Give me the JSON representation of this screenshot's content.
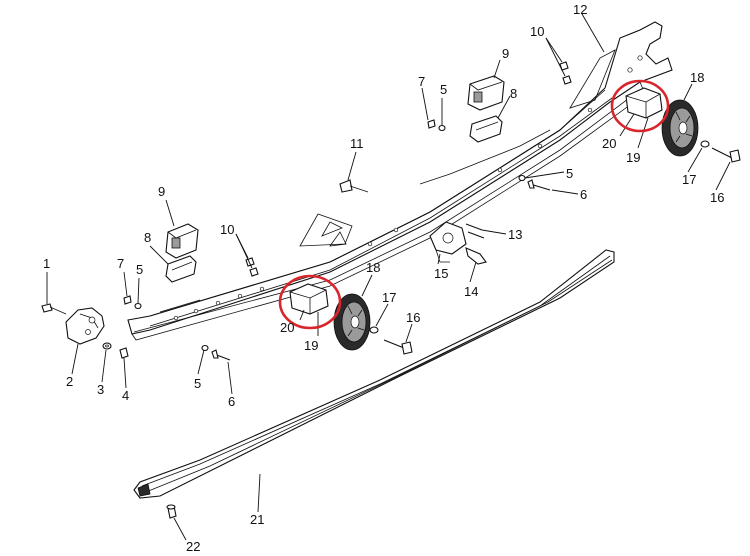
{
  "diagram": {
    "highlight_color": "#d9262c",
    "callouts": {
      "c1": "1",
      "c2": "2",
      "c3": "3",
      "c4": "4",
      "c5a": "5",
      "c5b": "5",
      "c5c": "5",
      "c5d": "5",
      "c6a": "6",
      "c6b": "6",
      "c7a": "7",
      "c7b": "7",
      "c8a": "8",
      "c8b": "8",
      "c9a": "9",
      "c9b": "9",
      "c10a": "10",
      "c10b": "10",
      "c11": "11",
      "c12": "12",
      "c13": "13",
      "c14": "14",
      "c15": "15",
      "c16a": "16",
      "c16b": "16",
      "c17a": "17",
      "c17b": "17",
      "c18a": "18",
      "c18b": "18",
      "c19a": "19",
      "c19b": "19",
      "c20a": "20",
      "c20b": "20",
      "c21": "21",
      "c22": "22"
    }
  }
}
